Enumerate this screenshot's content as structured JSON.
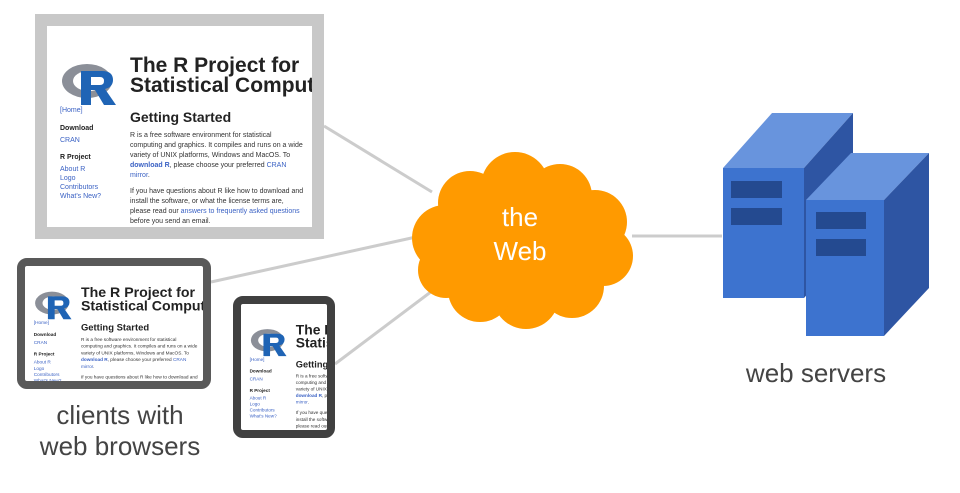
{
  "diagram": {
    "cloud_label": "the\nWeb",
    "servers_label": "web servers",
    "clients_label": "clients with\nweb browsers"
  },
  "site": {
    "title": "The R Project for\nStatistical Computing",
    "nav_home": "[Home]",
    "nav_download_heading": "Download",
    "nav_cran": "CRAN",
    "nav_project_heading": "R Project",
    "nav_about": "About R",
    "nav_logo": "Logo",
    "nav_contributors": "Contributors",
    "nav_whats_new": "What's New?",
    "heading": "Getting Started",
    "p1_before": "R is a free software environment for statistical computing and graphics. It compiles and runs on a wide variety of UNIX platforms, Windows and MacOS. To ",
    "p1_link": "download R",
    "p1_middle": ", please choose your preferred ",
    "p1_link2": "CRAN mirror",
    "p1_end": ".",
    "p2_before": "If you have questions about R like how to download and install the software, or what the license terms are, please read our ",
    "p2_link": "answers to frequently asked questions",
    "p2_end": " before you send an email."
  },
  "colors": {
    "cloud": "#ff9a00",
    "server_front": "#3d73cf",
    "server_side": "#2e55a3",
    "server_top": "#6894dd",
    "connector": "#cccccc"
  }
}
